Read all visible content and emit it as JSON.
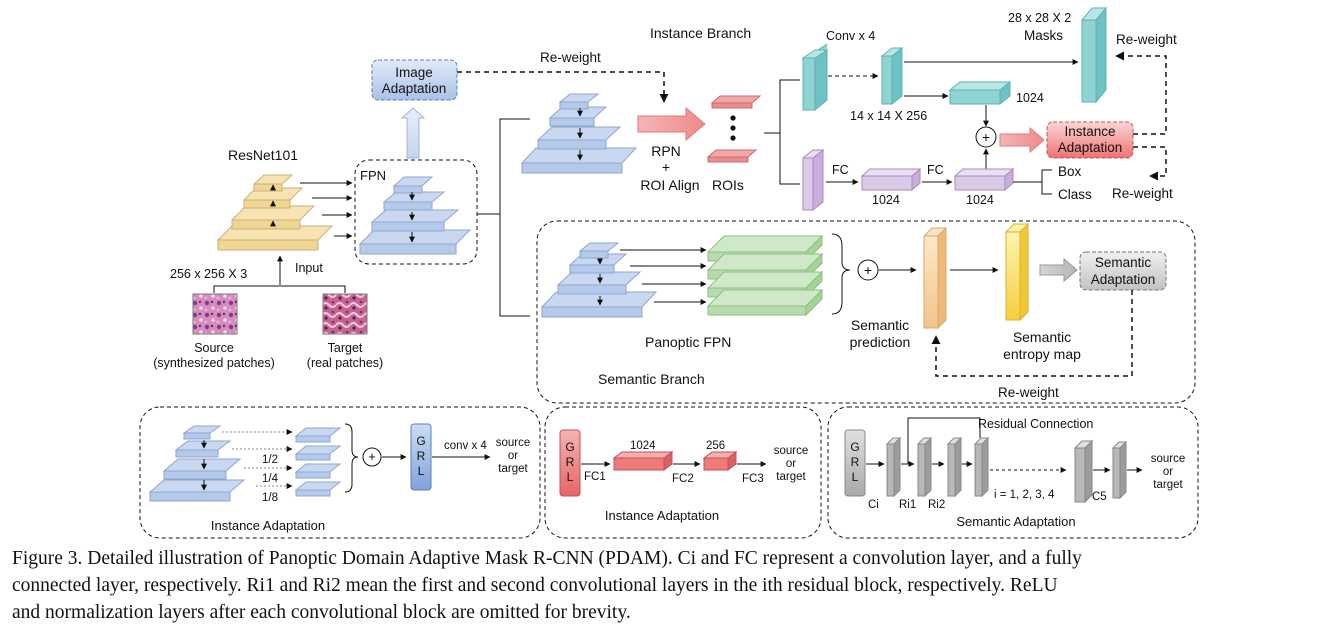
{
  "labels": {
    "resnet": "ResNet101",
    "input_size": "256 x 256 X 3",
    "input": "Input",
    "source": "Source",
    "source_sub": "(synthesized patches)",
    "target": "Target",
    "target_sub": "(real patches)",
    "fpn": "FPN",
    "image_adapt_1": "Image",
    "image_adapt_2": "Adaptation",
    "reweight_top": "Re-weight",
    "instance_branch": "Instance Branch",
    "rpn": "RPN",
    "plus": "+",
    "roi_align": "ROI Align",
    "rois": "ROIs",
    "conv4": "Conv x 4",
    "mask_size": "28 x 28 X 2",
    "masks": "Masks",
    "feat_14": "14 x 14 X 256",
    "mask_1024": "1024",
    "reweight_inst": "Re-weight",
    "inst_adapt_1": "Instance",
    "inst_adapt_2": "Adaptation",
    "fc_a": "FC",
    "fc_b": "FC",
    "fc1024_a": "1024",
    "fc1024_b": "1024",
    "box": "Box",
    "class": "Class",
    "reweight_class": "Re-weight",
    "panoptic_fpn": "Panoptic FPN",
    "semantic_branch": "Semantic Branch",
    "sem_pred_1": "Semantic",
    "sem_pred_2": "prediction",
    "sem_ent_1": "Semantic",
    "sem_ent_2": "entropy map",
    "sem_adapt_1": "Semantic",
    "sem_adapt_2": "Adaptation",
    "reweight_sem": "Re-weight",
    "ia_half": "1/2",
    "ia_quarter": "1/4",
    "ia_eighth": "1/8",
    "grl_g": "G",
    "grl_r": "R",
    "grl_l": "L",
    "ia_conv": "conv x 4",
    "ia_source": "source",
    "ia_or": "or",
    "ia_target": "target",
    "ia_title": "Instance Adaptation",
    "ib_1024": "1024",
    "ib_256": "256",
    "ib_fc1": "FC1",
    "ib_fc2": "FC2",
    "ib_fc3": "FC3",
    "ib_source": "source",
    "ib_or": "or",
    "ib_target": "target",
    "ib_title": "Instance Adaptation",
    "sa_residual": "Residual Connection",
    "sa_ci": "Ci",
    "sa_ri1": "Ri1",
    "sa_ri2": "Ri2",
    "sa_iter": "i = 1, 2, 3, 4",
    "sa_c5": "C5",
    "sa_source": "source",
    "sa_or": "or",
    "sa_target": "target",
    "sa_title": "Semantic Adaptation"
  },
  "caption": {
    "line1": "Figure 3. Detailed illustration of Panoptic Domain Adaptive Mask R-CNN (PDAM). Ci and FC represent a convolution layer, and a fully",
    "line2": "connected layer, respectively. Ri1 and Ri2 mean the first and second convolutional layers in the ith residual block, respectively. ReLU",
    "line3": "and normalization layers after each convolutional block are omitted for brevity."
  },
  "colors": {
    "yellow": "#f8e4b0",
    "blue": "#c9d8f0",
    "green": "#cfe8c8",
    "teal": "#8fd3d3",
    "purple": "#dcc9e8",
    "red": "#ee7b7b",
    "grey": "#c8c8c8",
    "orange": "#f7c878"
  }
}
